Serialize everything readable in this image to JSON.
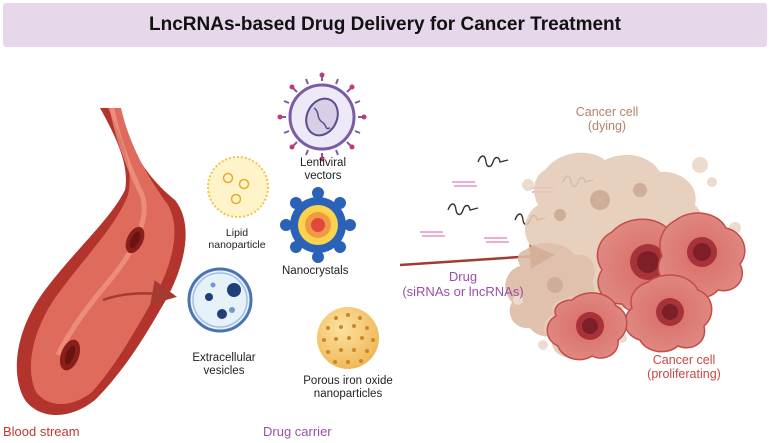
{
  "title": "LncRNAs-based Drug Delivery for Cancer Treatment",
  "labels": {
    "blood_stream": "Blood stream",
    "drug_carrier": "Drug carrier",
    "lipid_nanoparticle_1": "Lipid",
    "lipid_nanoparticle_2": "nanoparticle",
    "lentiviral_1": "Lentiviral",
    "lentiviral_2": "vectors",
    "nanocrystals": "Nanocrystals",
    "extracellular_1": "Extracellular",
    "extracellular_2": "vesicles",
    "porous_1": "Porous iron oxide",
    "porous_2": "nanoparticles",
    "drug_1": "Drug",
    "drug_2": "(siRNAs or lncRNAs)",
    "dying_1": "Cancer cell",
    "dying_2": "(dying)",
    "prolif_1": "Cancer cell",
    "prolif_2": "(proliferating)"
  },
  "colors": {
    "title_bg": "#e6d8ea",
    "blood_red": "#c0392b",
    "arrow": "#a63a32",
    "drug_purple": "#9b4fa8",
    "dying_tan": "#b4836a",
    "cancer_red": "#c44a44"
  }
}
